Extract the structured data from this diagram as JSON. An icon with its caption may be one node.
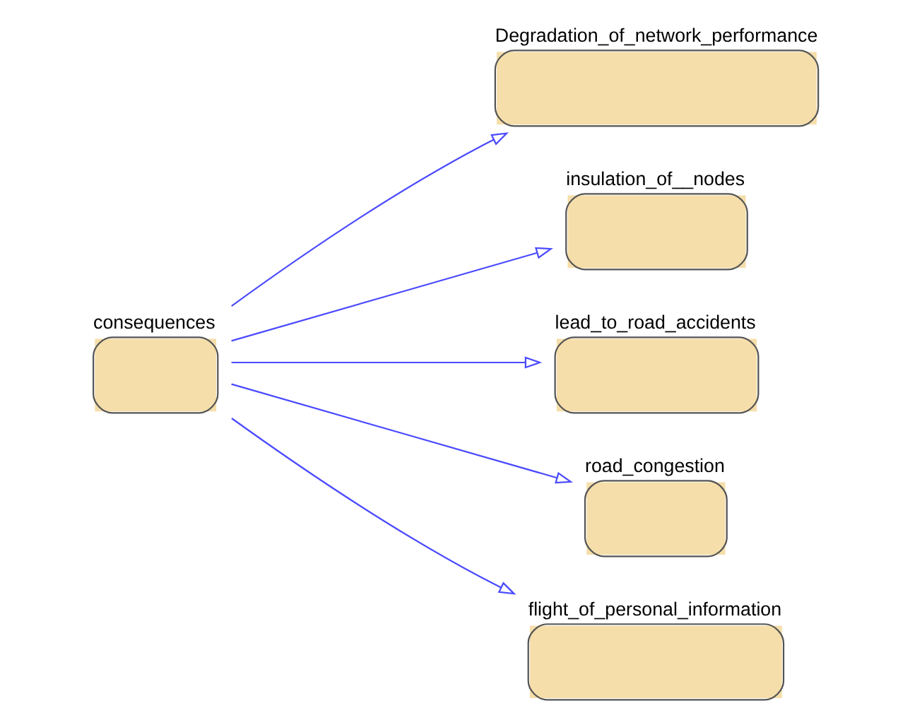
{
  "diagram": {
    "nodes": [
      {
        "text": [
          "consequences"
        ]
      },
      {
        "text": [
          "Degradation_of_network_performance"
        ]
      },
      {
        "text": [
          "insulation_of__nodes"
        ]
      },
      {
        "text": [
          "lead_to_road_accidents"
        ]
      },
      {
        "text": [
          "road_congestion"
        ]
      },
      {
        "text": [
          "flight_of_personal_information"
        ]
      }
    ],
    "edges": [
      {
        "from": 0,
        "to": 1,
        "arrow": "to"
      },
      {
        "from": 0,
        "to": 2,
        "arrow": "to"
      },
      {
        "from": 0,
        "to": 3,
        "arrow": "to"
      },
      {
        "from": 0,
        "to": 4,
        "arrow": "to"
      },
      {
        "from": 0,
        "to": 5,
        "arrow": "to"
      }
    ]
  }
}
